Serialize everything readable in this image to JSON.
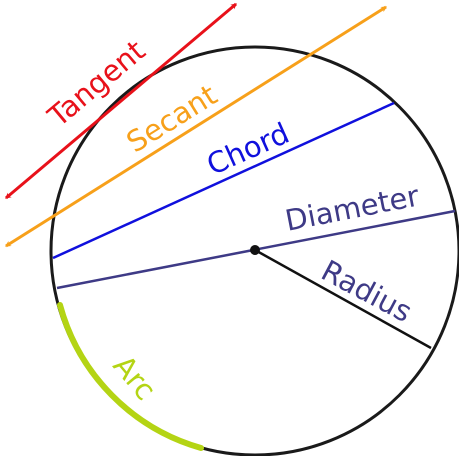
{
  "labels": {
    "tangent": "Tangent",
    "secant": "Secant",
    "chord": "Chord",
    "diameter": "Diameter",
    "radius": "Radius",
    "arc": "Arc"
  },
  "colors": {
    "circle": "#1a1a1a",
    "tangent": "#e8111a",
    "secant": "#f7a01a",
    "chord": "#1010dd",
    "diameter": "#3e3a86",
    "radius": "#111111",
    "radius_label": "#3e3a86",
    "arc": "#b4d414",
    "center_point": "#111111"
  }
}
